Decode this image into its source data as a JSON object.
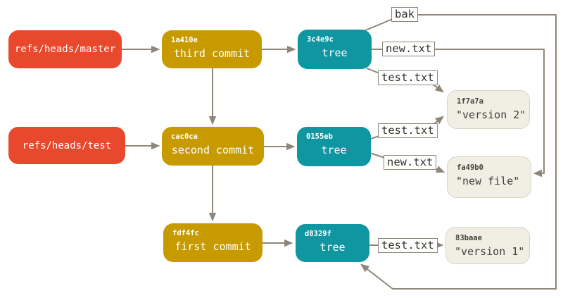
{
  "diagram": {
    "title": "git-object-model-diagram",
    "refs": [
      {
        "label": "refs/heads/master",
        "points_to": "1a410e"
      },
      {
        "label": "refs/heads/test",
        "points_to": "cac0ca"
      }
    ],
    "commits": [
      {
        "hash": "1a410e",
        "label": "third commit"
      },
      {
        "hash": "cac0ca",
        "label": "second commit"
      },
      {
        "hash": "fdf4fc",
        "label": "first commit"
      }
    ],
    "trees": [
      {
        "hash": "3c4e9c",
        "label": "tree",
        "entries": [
          "bak",
          "new.txt",
          "test.txt"
        ]
      },
      {
        "hash": "0155eb",
        "label": "tree",
        "entries": [
          "test.txt",
          "new.txt"
        ]
      },
      {
        "hash": "d8329f",
        "label": "tree",
        "entries": [
          "test.txt"
        ]
      }
    ],
    "blobs": [
      {
        "hash": "1f7a7a",
        "label": "\"version 2\""
      },
      {
        "hash": "fa49b0",
        "label": "\"new file\""
      },
      {
        "hash": "83baae",
        "label": "\"version 1\""
      }
    ],
    "colors": {
      "ref": "#e8492d",
      "commit": "#c79b00",
      "tree": "#0f96a0",
      "blob_bg": "#f1efe4",
      "blob_border": "#d6d3c6",
      "blob_text": "#45413b",
      "label_bg": "#ffffff",
      "label_border": "#8e8679",
      "label_text": "#36332e",
      "line": "#8e8679",
      "box_text": "#ffffff",
      "bg": "#ffffff"
    }
  }
}
